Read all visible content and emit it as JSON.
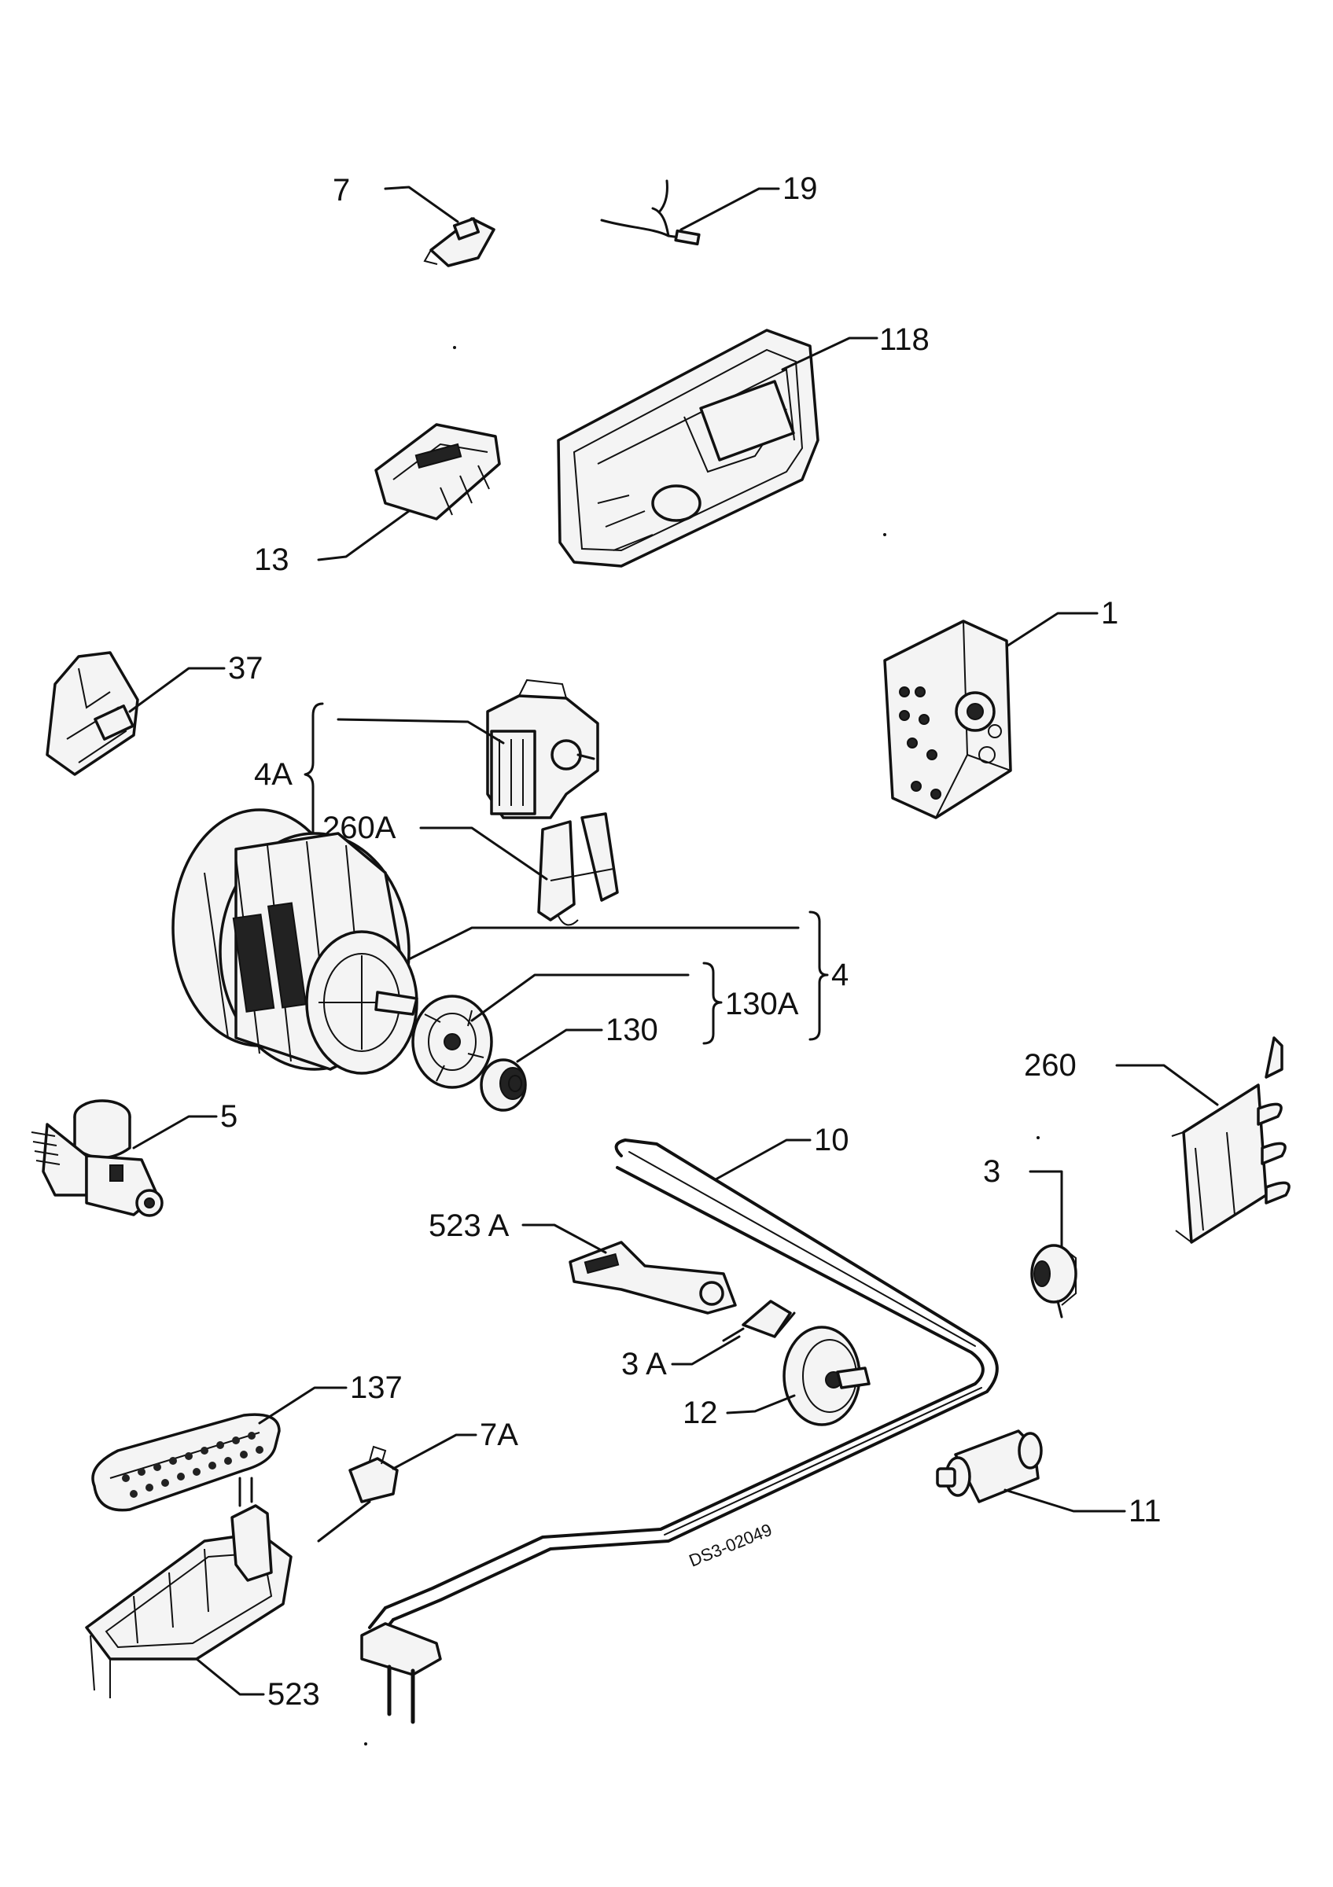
{
  "labels": {
    "p7": "7",
    "p19": "19",
    "p118": "118",
    "p13": "13",
    "p1": "1",
    "p37": "37",
    "p4a": "4A",
    "p260a": "260A",
    "p4": "4",
    "p130a": "130A",
    "p130": "130",
    "p260": "260",
    "p5": "5",
    "p10": "10",
    "p3": "3",
    "p523a": "523 A",
    "p3a": "3 A",
    "p12": "12",
    "p137": "137",
    "p7a": "7A",
    "p11": "11",
    "p523": "523"
  },
  "drawing_code": "DS3-02049"
}
